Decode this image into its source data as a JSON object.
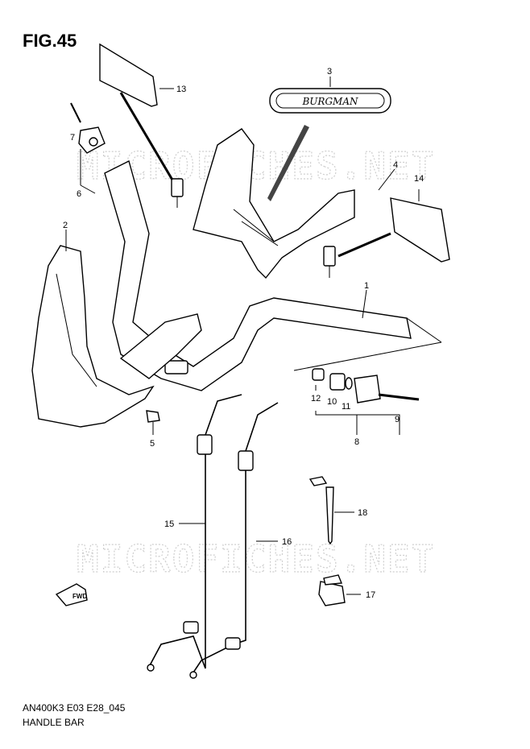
{
  "figure": {
    "title": "FIG.45",
    "model_code": "AN400K3 E03 E28_045",
    "name": "HANDLE BAR"
  },
  "watermark": "MICROFICHES.NET",
  "emblem_text": "BURGMAN",
  "fwd_label": "FWD",
  "callouts": [
    "1",
    "2",
    "3",
    "4",
    "5",
    "6",
    "7",
    "8",
    "9",
    "10",
    "11",
    "12",
    "13",
    "14",
    "15",
    "16",
    "17",
    "18"
  ]
}
